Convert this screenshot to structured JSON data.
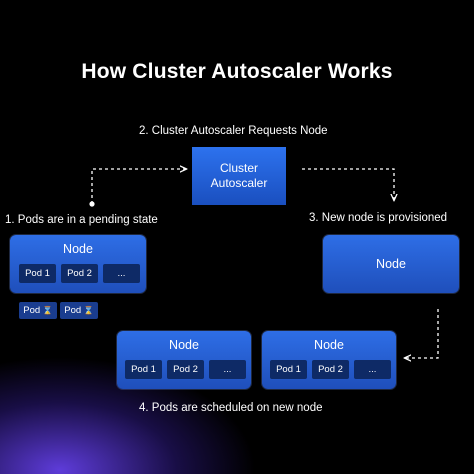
{
  "title": "How Cluster Autoscaler Works",
  "steps": {
    "step1": "1. Pods are in a pending state",
    "step2": "2. Cluster Autoscaler Requests Node",
    "step3": "3. New node is provisioned",
    "step4": "4. Pods are scheduled on new node"
  },
  "autoscaler": {
    "line1": "Cluster",
    "line2": "Autoscaler"
  },
  "node_label": "Node",
  "pods": {
    "pod1": "Pod 1",
    "pod2": "Pod 2",
    "more": "..."
  },
  "pending_pod_label": "Pod",
  "hourglass_icon": "⌛",
  "colors": {
    "background": "#000000",
    "node_blue": "#2563d9",
    "pod_dark": "#0e2a66",
    "accent_glow": "#6e46ff"
  }
}
